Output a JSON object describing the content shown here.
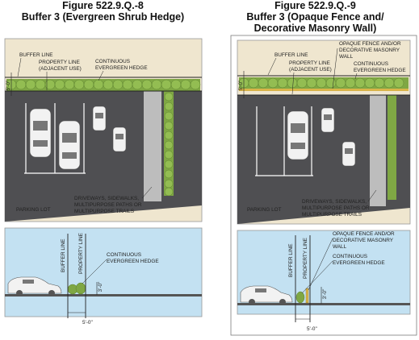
{
  "left": {
    "figure": "Figure 522.9.Q.-8",
    "subtitle": "Buffer 3 (Evergreen Shrub Hedge)",
    "plan": {
      "buffer_line": "BUFFER LINE",
      "property_line_1": "PROPERTY LINE",
      "property_line_2": "(ADJACENT USE)",
      "hedge_1": "CONTINUOUS",
      "hedge_2": "EVERGREEN HEDGE",
      "width": "5'-0\"",
      "parking": "PARKING LOT",
      "drive_1": "DRIVEWAYS, SIDEWALKS,",
      "drive_2": "MULTIPURPOSE PATHS OR",
      "drive_3": "MULTIPURPOSE TRAILS"
    },
    "section": {
      "buffer_line": "BUFFER LINE",
      "property_line": "PROPERTY LINE",
      "hedge_1": "CONTINUOUS",
      "hedge_2": "EVERGREEN HEDGE",
      "height": "3'-0\"",
      "width": "5'-0\""
    }
  },
  "right": {
    "figure": "Figure 522.9.Q.-9",
    "subtitle_1": "Buffer 3 (Opaque Fence and/",
    "subtitle_2": "Decorative Masonry Wall)",
    "plan": {
      "buffer_line": "BUFFER LINE",
      "property_line_1": "PROPERTY LINE",
      "property_line_2": "(ADJACENT USE)",
      "fence_1": "OPAQUE FENCE AND/OR",
      "fence_2": "DECORATIVE MASONRY",
      "fence_3": "WALL",
      "hedge_1": "CONTINUOUS",
      "hedge_2": "EVERGREEN HEDGE",
      "width": "5'-0\"",
      "parking": "PARKING LOT",
      "drive_1": "DRIVEWAYS, SIDEWALKS,",
      "drive_2": "MULTIPURPOSE PATHS OR",
      "drive_3": "MULTIPURPOSE TRAILS"
    },
    "section": {
      "buffer_line": "BUFFER LINE",
      "property_line": "PROPERTY LINE",
      "fence_1": "OPAQUE FENCE AND/OR",
      "fence_2": "DECORATIVE MASONRY",
      "fence_3": "WALL",
      "hedge_1": "CONTINUOUS",
      "hedge_2": "EVERGREEN HEDGE",
      "height": "3'-0\"",
      "width": "5'-0\""
    }
  },
  "colors": {
    "asphalt": "#4f4f52",
    "grass": "#efe6cf",
    "hedge": "#7fa744",
    "sky": "#c3e1f2",
    "walkway": "#bdbdbd",
    "fence": "#d9b44a",
    "border": "#7a7a7a"
  }
}
